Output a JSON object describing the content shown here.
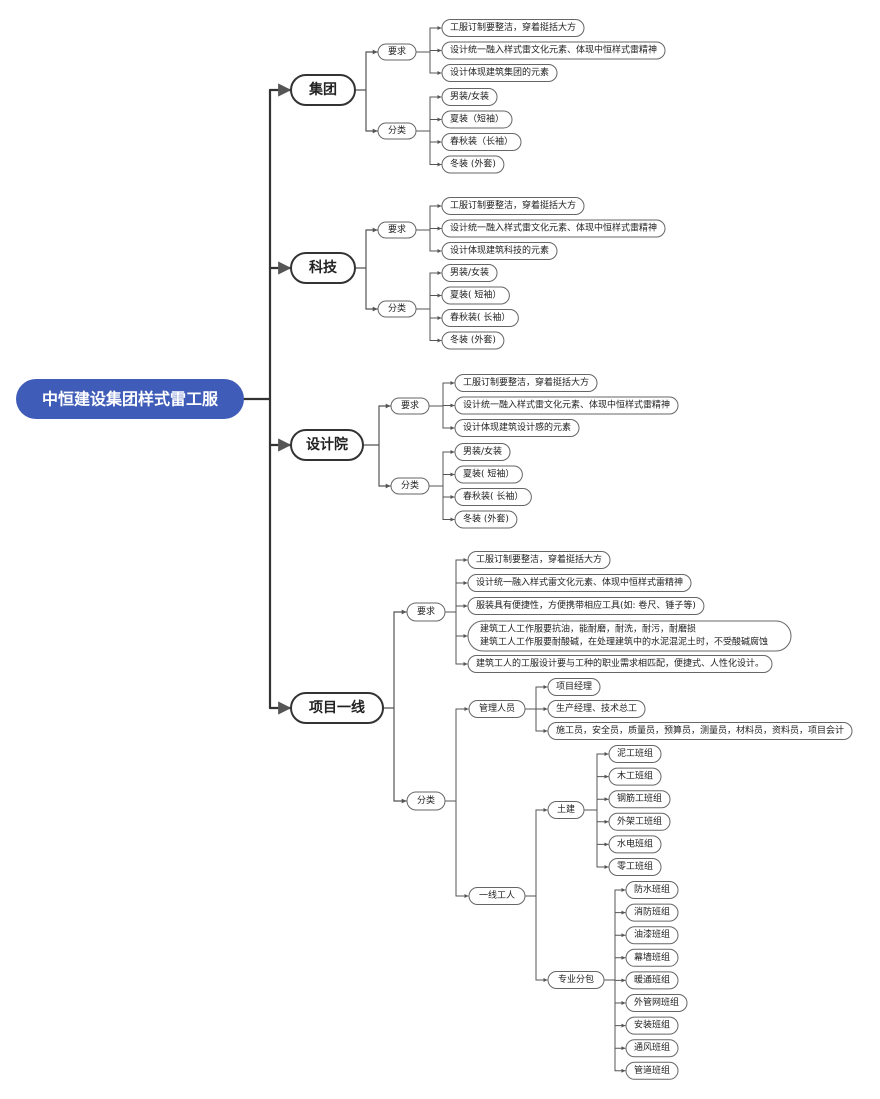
{
  "title": "中恒建设集团样式雷工服",
  "colors": {
    "root_fill": "#3f5cb8",
    "root_text": "#ffffff",
    "line": "#555555",
    "node_border": "#666666",
    "hub_border": "#333333"
  },
  "branches": [
    {
      "label": "集团",
      "groups": [
        {
          "label": "要求",
          "items": [
            "工服订制要整洁，穿着挺括大方",
            "设计统一融入样式雷文化元素、体现中恒样式雷精神",
            "设计体现建筑集团的元素"
          ]
        },
        {
          "label": "分类",
          "items": [
            "男装/女装",
            "夏装（短袖）",
            "春秋装（长袖）",
            "冬装 (外套)"
          ]
        }
      ]
    },
    {
      "label": "科技",
      "groups": [
        {
          "label": "要求",
          "items": [
            "工服订制要整洁，穿着挺括大方",
            "设计统一融入样式雷文化元素、体现中恒样式雷精神",
            "设计体现建筑科技的元素"
          ]
        },
        {
          "label": "分类",
          "items": [
            "男装/女装",
            "夏装( 短袖）",
            "春秋装( 长袖）",
            "冬装 (外套)"
          ]
        }
      ]
    },
    {
      "label": "设计院",
      "groups": [
        {
          "label": "要求",
          "items": [
            "工服订制要整洁，穿着挺括大方",
            "设计统一融入样式雷文化元素、体现中恒样式雷精神",
            "设计体现建筑设计感的元素"
          ]
        },
        {
          "label": "分类",
          "items": [
            "男装/女装",
            "夏装( 短袖）",
            "春秋装( 长袖）",
            "冬装 (外套)"
          ]
        }
      ]
    },
    {
      "label": "项目一线",
      "groups": [
        {
          "label": "要求",
          "items": [
            "工服订制要整洁，穿着挺括大方",
            "设计统一融入样式雷文化元素、体现中恒样式雷精神",
            "服装具有便捷性，方便携带相应工具(如: 卷尺、锤子等)",
            "建筑工人工作服要抗油，能耐磨，耐洗，耐污，耐磨损\n建筑工人工作服要耐酸碱，在处理建筑中的水泥混泥土时，不受酸碱腐蚀",
            "建筑工人的工服设计要与工种的职业需求相匹配，便捷式、人性化设计。"
          ]
        },
        {
          "label": "分类",
          "subgroups": [
            {
              "label": "管理人员",
              "items": [
                "项目经理",
                "生产经理、技术总工",
                "施工员，安全员，质量员，预算员，测量员，材料员，资料员，项目会计"
              ]
            },
            {
              "label": "一线工人",
              "subgroups": [
                {
                  "label": "土建",
                  "items": [
                    "泥工班组",
                    "木工班组",
                    "钢筋工班组",
                    "外架工班组",
                    "水电班组",
                    "零工班组"
                  ]
                },
                {
                  "label": "专业分包",
                  "items": [
                    "防水班组",
                    "消防班组",
                    "油漆班组",
                    "幕墙班组",
                    "暖通班组",
                    "外管网班组",
                    "安装班组",
                    "通风班组",
                    "管道班组"
                  ]
                }
              ]
            }
          ]
        }
      ]
    }
  ]
}
